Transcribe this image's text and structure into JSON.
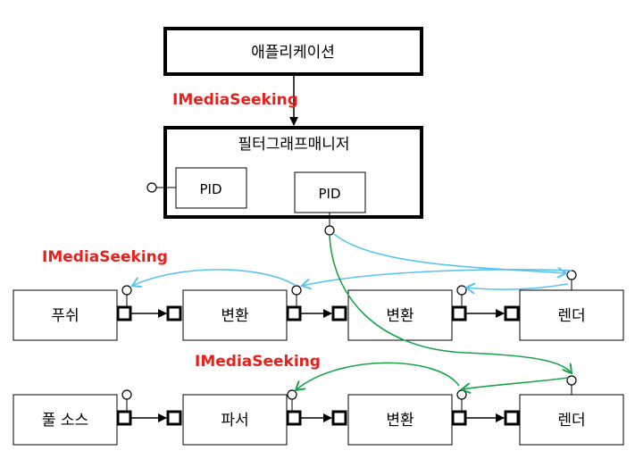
{
  "application": {
    "label": "애플리케이션"
  },
  "filter_graph_manager": {
    "label": "필터그래프매니저",
    "pid_left": "PID",
    "pid_right": "PID"
  },
  "interface_labels": {
    "top": "IMediaSeeking",
    "middle": "IMediaSeeking",
    "bottom": "IMediaSeeking"
  },
  "push_chain": {
    "source": "푸쉬",
    "transform1": "변환",
    "transform2": "변환",
    "renderer": "렌더"
  },
  "pull_chain": {
    "source": "풀 소스",
    "parser": "파서",
    "transform": "변환",
    "renderer": "렌더"
  },
  "colors": {
    "push_arrows": "#5bc3f0",
    "pull_arrows": "#1aa44a",
    "interface_text": "#e8201c"
  }
}
